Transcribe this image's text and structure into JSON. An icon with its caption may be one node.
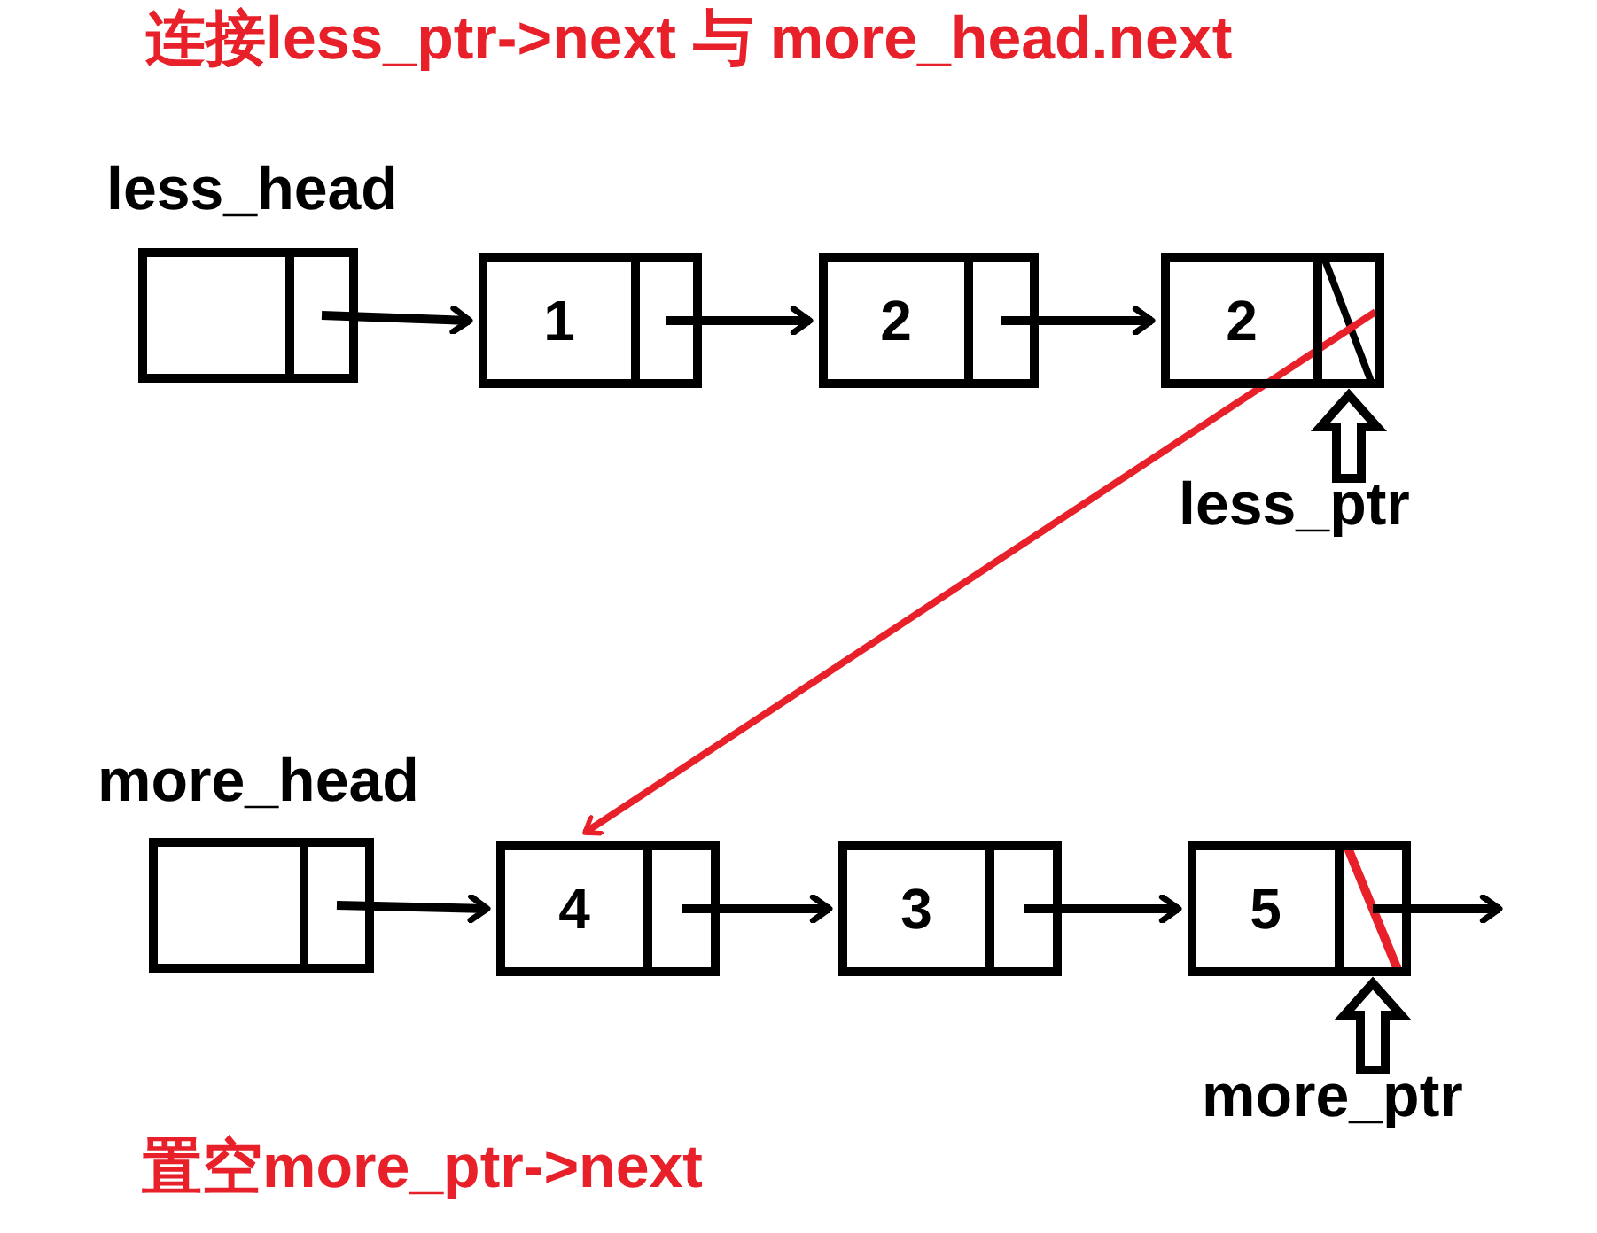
{
  "diagram": {
    "title": "连接less_ptr->next 与 more_head.next",
    "caption": "置空more_ptr->next",
    "nodes": [
      {
        "text": [],
        "shape": "box",
        "beside": [
          "less_head"
        ]
      },
      {
        "text": [
          "1"
        ]
      },
      {
        "text": [
          "2"
        ]
      },
      {
        "text": [
          "2"
        ]
      },
      {
        "text": [
          "less_ptr"
        ]
      },
      {
        "text": [],
        "shape": "box",
        "beside": [
          "more_head"
        ]
      },
      {
        "text": [
          "4"
        ]
      },
      {
        "text": [
          "3"
        ]
      },
      {
        "text": [
          "5"
        ]
      },
      {
        "text": [
          "more_ptr"
        ]
      }
    ],
    "edges": [
      {
        "from": 0,
        "to": 1,
        "arrow": "to"
      },
      {
        "from": 1,
        "to": 2,
        "arrow": "to"
      },
      {
        "from": 2,
        "to": 3,
        "arrow": "to"
      },
      {
        "from": 3,
        "to": 6,
        "arrow": "to",
        "color": "#e8202a"
      },
      {
        "from": 4,
        "to": 3,
        "arrow": "to"
      },
      {
        "from": 5,
        "to": 6,
        "arrow": "to"
      },
      {
        "from": 6,
        "to": 7,
        "arrow": "to"
      },
      {
        "from": 7,
        "to": 8,
        "arrow": "to"
      },
      {
        "from": 8,
        "to": null,
        "arrow": "to"
      },
      {
        "from": 9,
        "to": 8,
        "arrow": "to"
      }
    ]
  }
}
